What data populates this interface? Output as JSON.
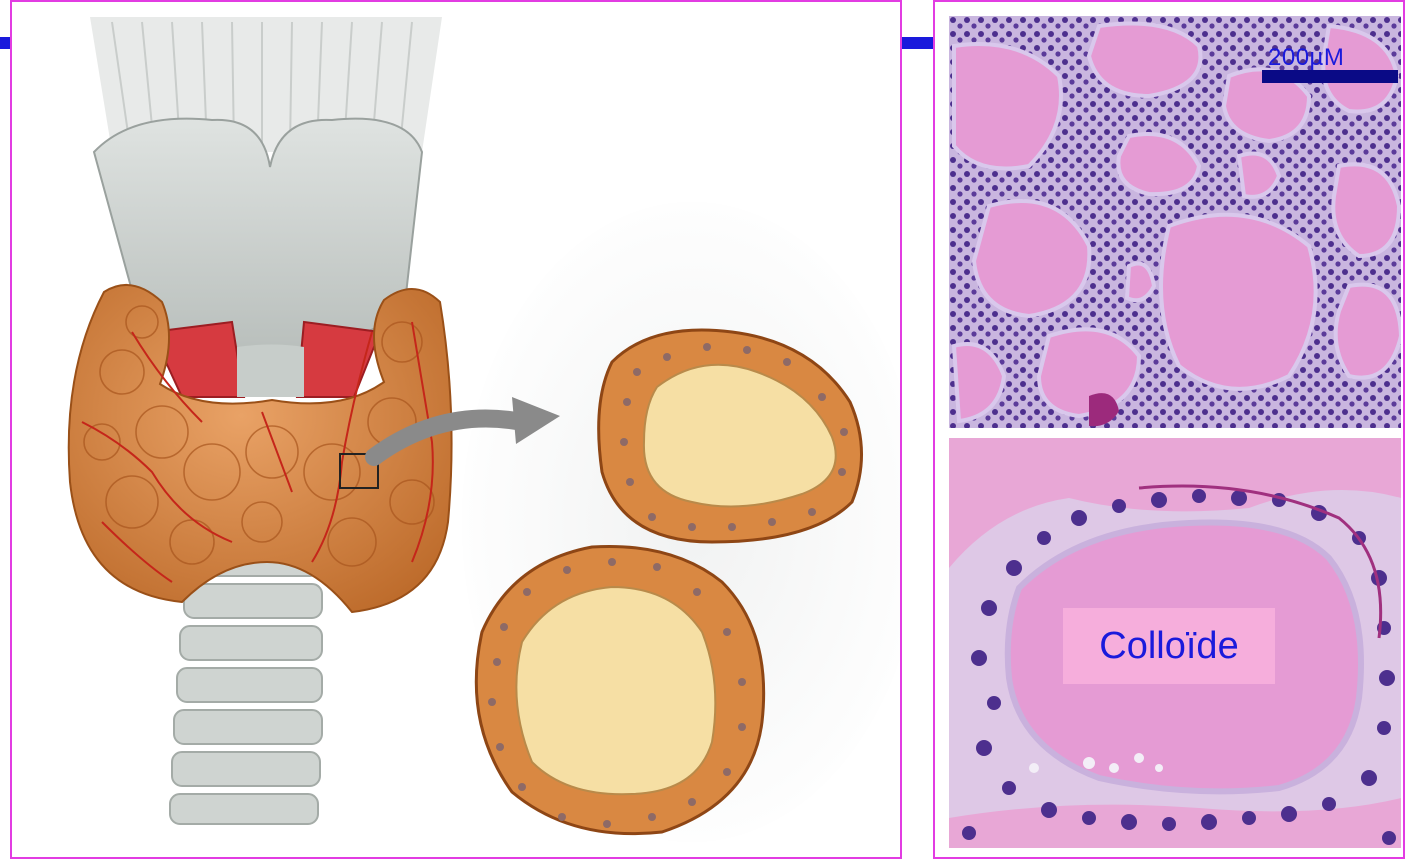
{
  "micrograph_top": {
    "scale_bar_label": "200µM"
  },
  "micrograph_bottom": {
    "colloid_label": "Colloïde"
  },
  "colors": {
    "frame_border": "#e23ce2",
    "slide_line": "#1a1adc",
    "thyroid_tissue": "#d98842",
    "colloid_drawing": "#f6dfa4",
    "colloid_stain": "#e59bd4",
    "nuclei": "#4d2f8e",
    "label_background": "#f6aedc"
  },
  "icons": [
    "thyroid-gland-illustration",
    "thyroid-follicle-illustration",
    "magnification-arrow-icon"
  ]
}
